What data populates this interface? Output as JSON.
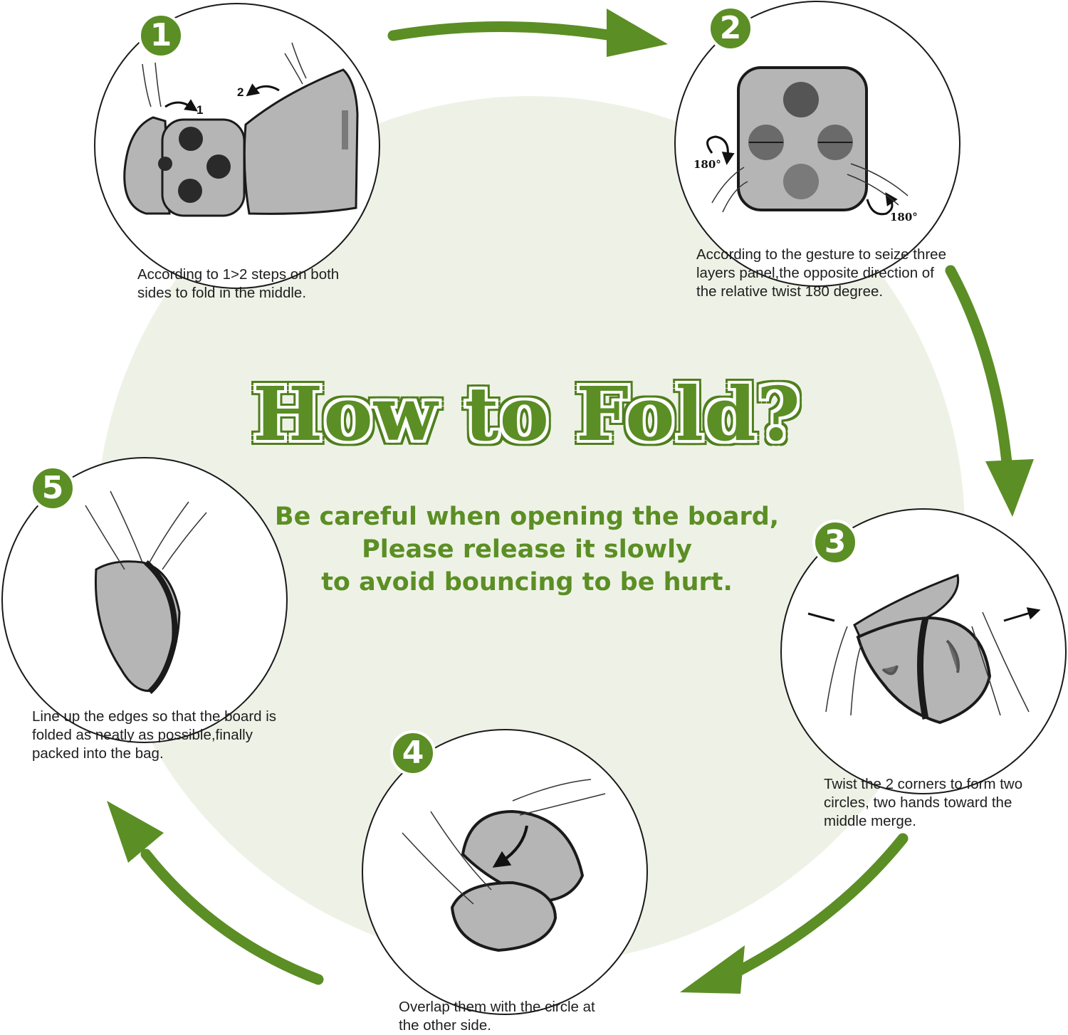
{
  "title": "How to Fold?",
  "warning": {
    "line1": "Be careful when opening the board,",
    "line2": "Please release it slowly",
    "line3": "to avoid bouncing to be hurt."
  },
  "steps": [
    {
      "number": "1",
      "caption_lines": [
        "According to 1>2 steps on both",
        "sides to fold in the middle."
      ],
      "diagram_labels": {
        "arrow_1": "1",
        "arrow_2": "2"
      }
    },
    {
      "number": "2",
      "caption_lines": [
        "According to the gesture to seize three",
        "layers panel,the opposite direction of",
        "the relative twist 180 degree."
      ],
      "diagram_labels": {
        "rotate_left": "180°",
        "rotate_right": "180°"
      }
    },
    {
      "number": "3",
      "caption_lines": [
        "Twist the 2 corners to form two",
        "circles, two hands toward the",
        "middle merge."
      ]
    },
    {
      "number": "4",
      "caption_lines": [
        "Overlap them with the circle at",
        "the other side."
      ]
    },
    {
      "number": "5",
      "caption_lines": [
        "Line up the edges so that the board is",
        "folded as neatly as possible,finally",
        "packed into the bag."
      ]
    }
  ],
  "colors": {
    "accent": "#5b8e24",
    "background_circle": "#eef2e6",
    "panel": "#b5b5b5",
    "hole": "#2a2a2a"
  }
}
